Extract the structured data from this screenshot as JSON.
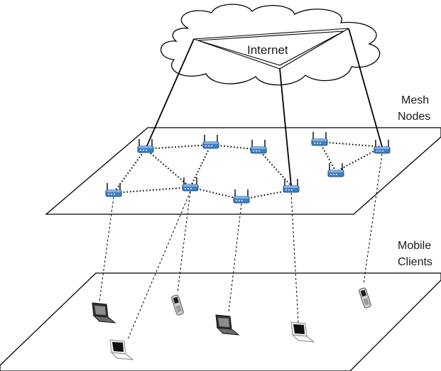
{
  "labels": {
    "cloud": "Internet",
    "mesh_line1": "Mesh",
    "mesh_line2": "Nodes",
    "clients_line1": "Mobile",
    "clients_line2": "Clients"
  },
  "colors": {
    "router_body": "#3f7fc4",
    "router_dark": "#1d4f8a",
    "line": "#000000",
    "cloud_fill": "#ffffff"
  },
  "icons": {
    "router": "wireless-router-icon",
    "laptop": "laptop-icon",
    "phone": "mobile-phone-icon"
  }
}
